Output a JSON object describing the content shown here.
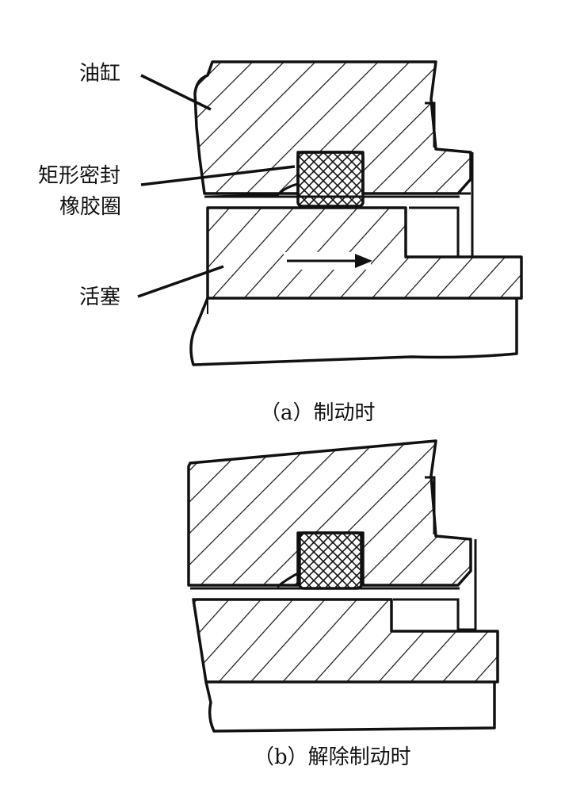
{
  "labels": {
    "cylinder": "油缸",
    "seal_line1": "矩形密封",
    "seal_line2": "橡胶圈",
    "piston": "活塞"
  },
  "captions": {
    "a": "（a）制动时",
    "b": "（b）解除制动时"
  },
  "colors": {
    "ink": "#111111",
    "paper": "#ffffff"
  }
}
